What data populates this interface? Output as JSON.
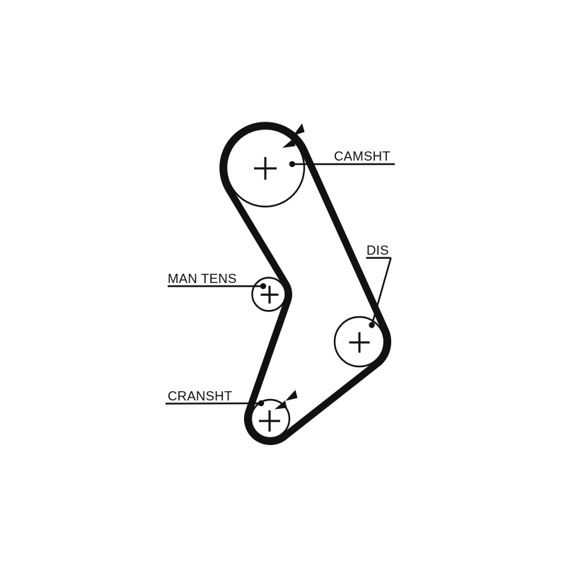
{
  "diagram": {
    "kind": "timing-belt-routing-diagram",
    "colors": {
      "background": "#ffffff",
      "line": "#111111"
    },
    "labels": {
      "camshaft": "CAMSHT",
      "tensioner": "MAN TENS",
      "distributor": "DIS",
      "crankshaft": "CRANSHT"
    },
    "pulleys": [
      {
        "id": "camshaft",
        "label": "CAMSHT"
      },
      {
        "id": "manual-tensioner",
        "label": "MAN TENS"
      },
      {
        "id": "distributor",
        "label": "DIS"
      },
      {
        "id": "crankshaft",
        "label": "CRANSHT"
      }
    ]
  }
}
